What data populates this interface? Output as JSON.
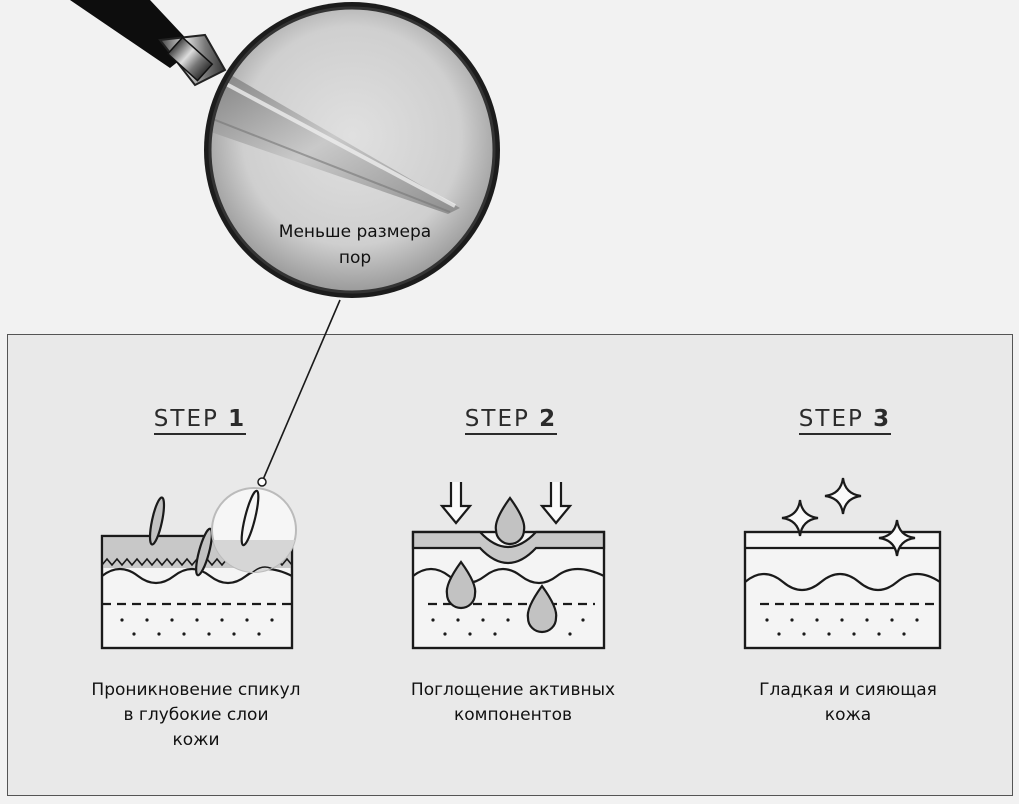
{
  "magnifier": {
    "label_line1": "Меньше размера",
    "label_line2": "пор"
  },
  "steps": [
    {
      "word": "STEP",
      "number": "1",
      "desc_lines": [
        "Проникновение спикул",
        "в глубокие слои",
        "кожи"
      ]
    },
    {
      "word": "STEP",
      "number": "2",
      "desc_lines": [
        "Поглощение активных",
        "компонентов"
      ]
    },
    {
      "word": "STEP",
      "number": "3",
      "desc_lines": [
        "Гладкая и сияющая",
        "кожа"
      ]
    }
  ],
  "icons": {
    "magnifier": "magnifying-glass-icon",
    "step1": "skin-spicules-icon",
    "step2": "skin-absorption-icon",
    "step3": "smooth-skin-sparkles-icon"
  }
}
